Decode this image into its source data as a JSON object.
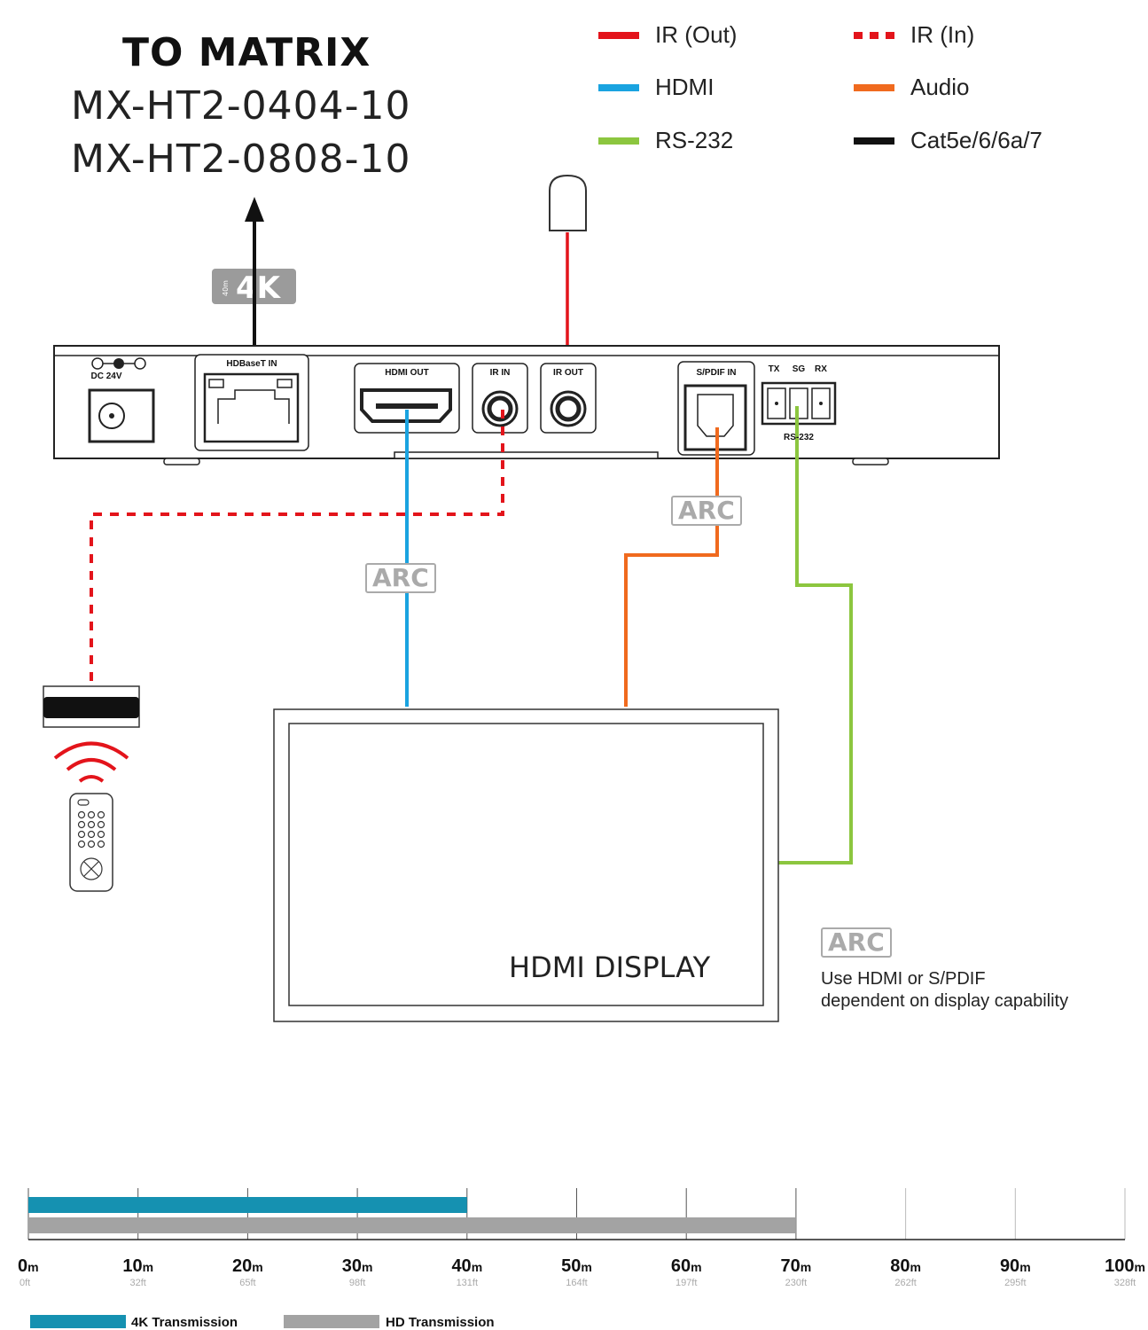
{
  "header": {
    "title": "TO MATRIX",
    "model_1": "MX-HT2-0404-10",
    "model_2": "MX-HT2-0808-10"
  },
  "legend": {
    "items": [
      {
        "label": "IR (Out)",
        "color": "#e3141b",
        "style": "solid"
      },
      {
        "label": "IR (In)",
        "color": "#e3141b",
        "style": "dotted"
      },
      {
        "label": "HDMI",
        "color": "#1aa3e0",
        "style": "solid"
      },
      {
        "label": "Audio",
        "color": "#f06a1e",
        "style": "solid"
      },
      {
        "label": "RS-232",
        "color": "#8cc63f",
        "style": "solid"
      },
      {
        "label": "Cat5e/6/6a/7",
        "color": "#111111",
        "style": "solid"
      }
    ]
  },
  "badge_4k": {
    "distance": "40m",
    "label": "4K"
  },
  "device": {
    "power_label": "DC 24V",
    "hdbaset_label": "HDBaseT IN",
    "hdmi_out_label": "HDMI OUT",
    "ir_in_label": "IR IN",
    "ir_out_label": "IR OUT",
    "spdif_label": "S/PDIF IN",
    "rs232_pins": [
      "TX",
      "SG",
      "RX"
    ],
    "rs232_label": "RS-232"
  },
  "arc_badges": [
    "ARC",
    "ARC",
    "ARC"
  ],
  "display_label": "HDMI DISPLAY",
  "arc_note": {
    "badge": "ARC",
    "line1": "Use HDMI or S/PDIF",
    "line2": "dependent on display capability"
  },
  "distance_chart": {
    "ticks_m": [
      "0m",
      "10m",
      "20m",
      "30m",
      "40m",
      "50m",
      "60m",
      "70m",
      "80m",
      "90m",
      "100m"
    ],
    "ticks_ft": [
      "0ft",
      "32ft",
      "65ft",
      "98ft",
      "131ft",
      "164ft",
      "197ft",
      "230ft",
      "262ft",
      "295ft",
      "328ft"
    ],
    "bars": [
      {
        "name": "4K Transmission",
        "max_m": 40,
        "color": "#1591b1"
      },
      {
        "name": "HD Transmission",
        "max_m": 70,
        "color": "#a3a3a3"
      }
    ]
  },
  "colors": {
    "ir": "#e3141b",
    "hdmi": "#1aa3e0",
    "audio": "#f06a1e",
    "rs232": "#8cc63f",
    "cat": "#111111"
  }
}
